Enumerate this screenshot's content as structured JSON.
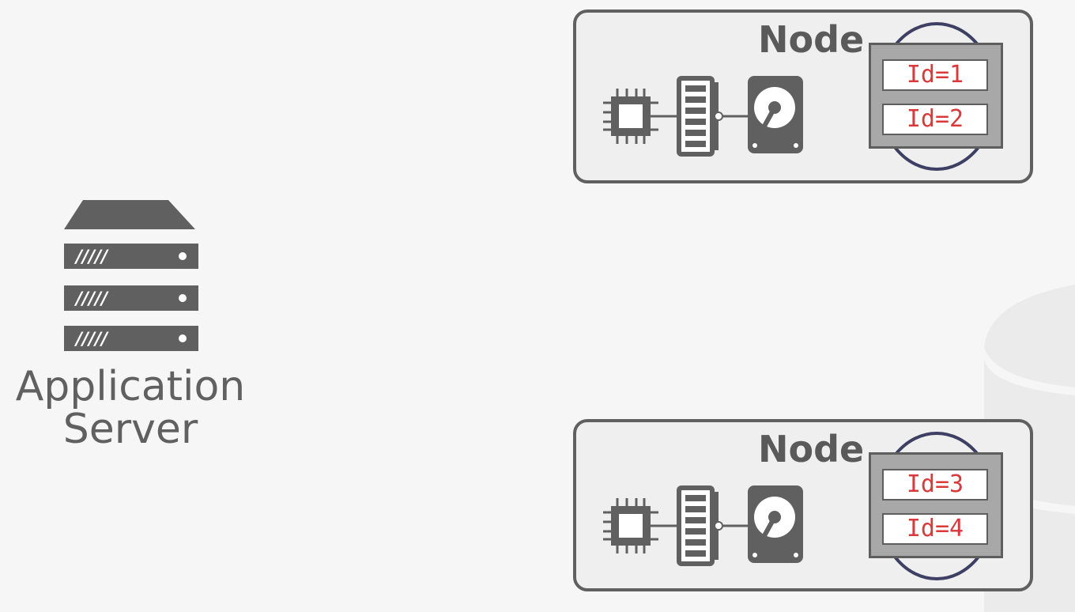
{
  "application": {
    "label_line1": "Application",
    "label_line2": "Server",
    "icon": "server-rack-icon"
  },
  "nodes": [
    {
      "title": "Node",
      "rows": [
        "Id=1",
        "Id=2"
      ]
    },
    {
      "title": "Node",
      "rows": [
        "Id=3",
        "Id=4"
      ]
    }
  ],
  "hardware_icons": [
    "cpu-chip-icon",
    "memory-module-icon",
    "hard-disk-icon"
  ],
  "colors": {
    "background": "#f6f6f6",
    "icon_gray": "#606060",
    "id_text": "#d9393a",
    "ring": "#3d3f63"
  }
}
